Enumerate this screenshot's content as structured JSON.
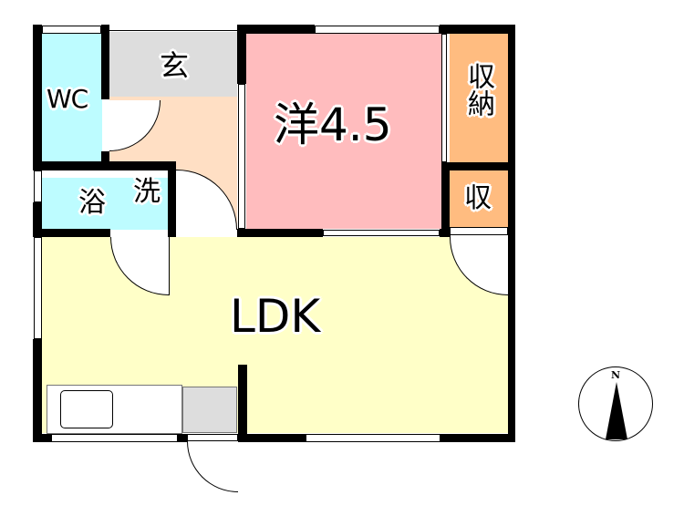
{
  "floorplan": {
    "rooms": {
      "wc": {
        "label": "WC",
        "color": "#bdfcff"
      },
      "entrance": {
        "label": "玄",
        "color": "#dddddd"
      },
      "hall": {
        "label": "",
        "color": "#ffdfc4"
      },
      "western": {
        "label": "洋4.5",
        "color": "#ffbcbe"
      },
      "closet_large": {
        "label": "収納",
        "color": "#ffbc80"
      },
      "closet_small": {
        "label": "収",
        "color": "#ffbc80"
      },
      "bath": {
        "label": "浴",
        "color": "#bdfcff"
      },
      "washroom": {
        "label": "洗",
        "color": "#bdfcff"
      },
      "ldk": {
        "label": "LDK",
        "color": "#ffffc8"
      },
      "kitchen_appliance": {
        "label": "",
        "color": "#dddddd"
      }
    },
    "compass": {
      "label": "N"
    },
    "colors": {
      "wall": "#000000",
      "background": "#ffffff"
    }
  }
}
